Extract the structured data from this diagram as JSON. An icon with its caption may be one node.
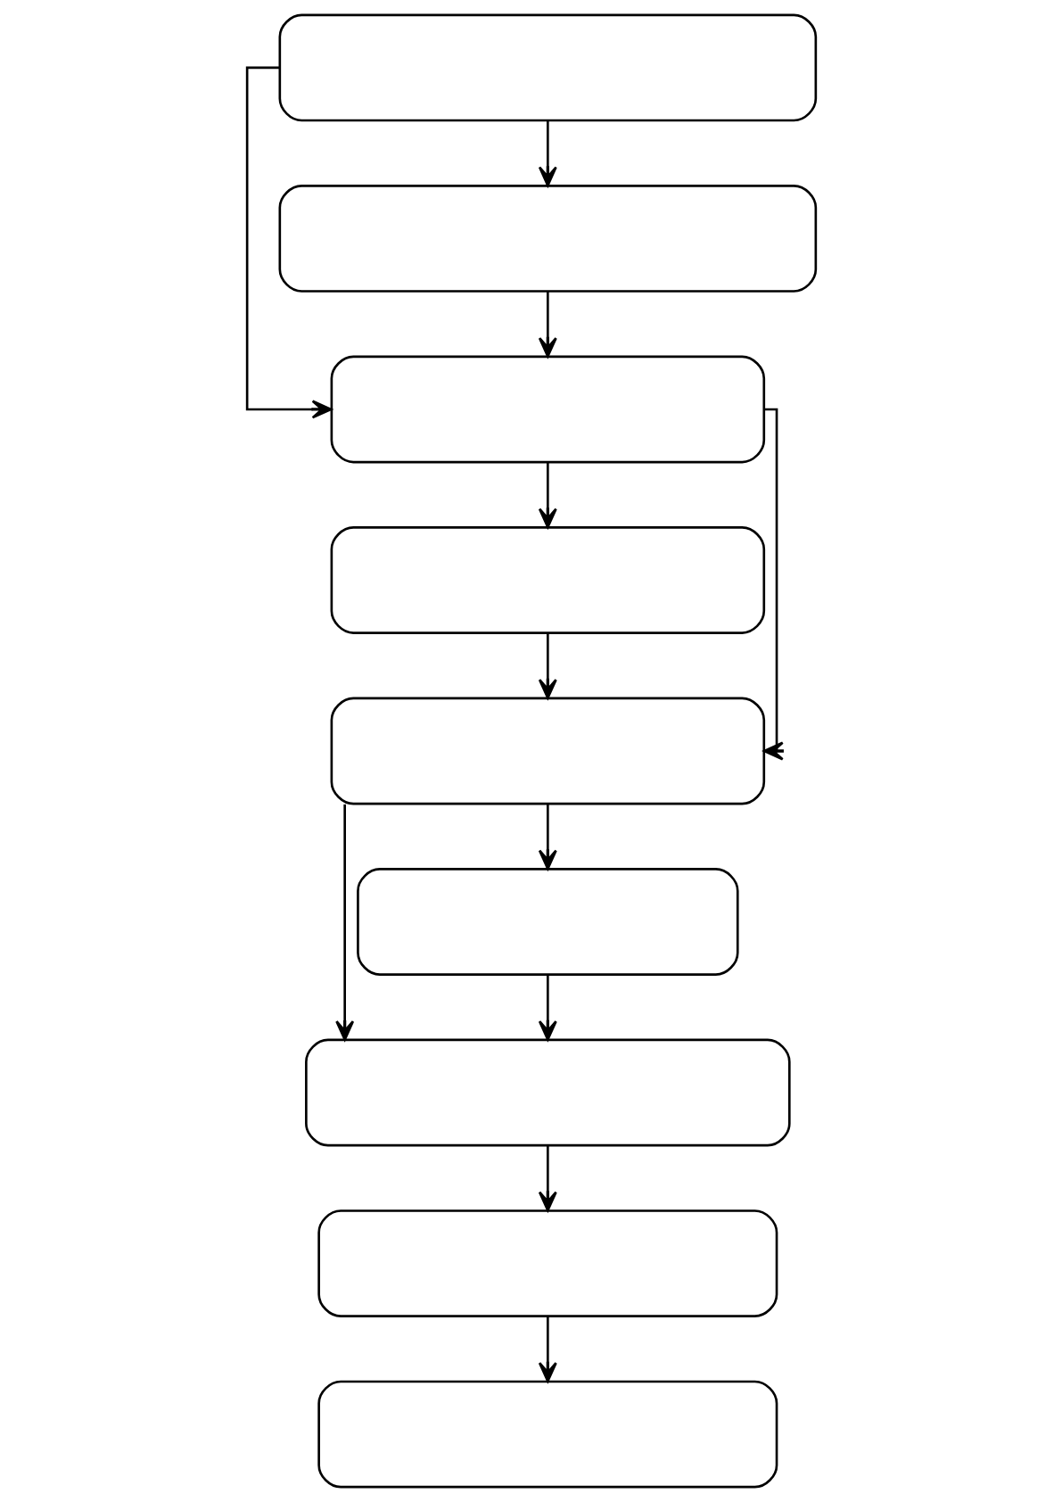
{
  "diagram": {
    "nodes": [
      {
        "text": [],
        "shape": "box"
      },
      {
        "text": [],
        "shape": "box"
      },
      {
        "text": [],
        "shape": "box"
      },
      {
        "text": [],
        "shape": "box"
      },
      {
        "text": [],
        "shape": "box"
      },
      {
        "text": [],
        "shape": "box"
      },
      {
        "text": [],
        "shape": "box"
      },
      {
        "text": [],
        "shape": "box"
      },
      {
        "text": [],
        "shape": "box"
      }
    ],
    "edges": [
      {
        "from": 0,
        "to": 1,
        "arrow": "to"
      },
      {
        "from": 0,
        "to": 2,
        "arrow": "to"
      },
      {
        "from": 1,
        "to": 2,
        "arrow": "to"
      },
      {
        "from": 2,
        "to": 3,
        "arrow": "to"
      },
      {
        "from": 2,
        "to": 4,
        "arrow": "to"
      },
      {
        "from": 3,
        "to": 4,
        "arrow": "to"
      },
      {
        "from": 4,
        "to": 5,
        "arrow": "to"
      },
      {
        "from": 4,
        "to": 6,
        "arrow": "to"
      },
      {
        "from": 5,
        "to": 6,
        "arrow": "to"
      },
      {
        "from": 6,
        "to": 7,
        "arrow": "to"
      },
      {
        "from": 7,
        "to": 8,
        "arrow": "to"
      }
    ]
  }
}
